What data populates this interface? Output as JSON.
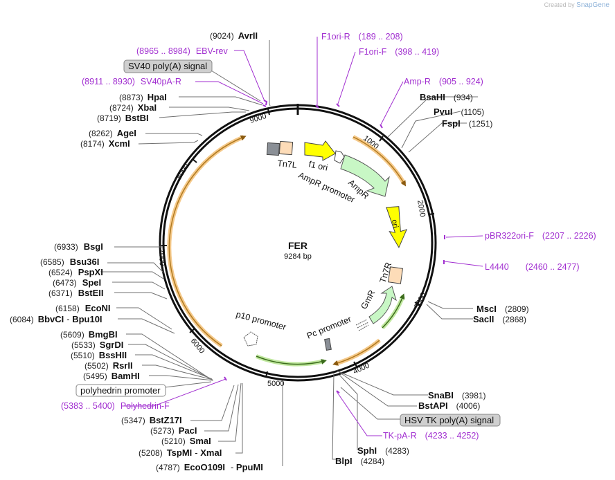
{
  "watermark": {
    "prefix": "Created by",
    "brand": "SnapGene"
  },
  "plasmid": {
    "name": "FER",
    "size_label": "9284 bp",
    "length": 9284
  },
  "colors": {
    "enzyme_line": "#707070",
    "primer": "#a12fd0",
    "backbone": "#111111",
    "yellow": "#ffff00",
    "light_green": "#c8f7c5",
    "peach": "#fddcb8",
    "gray": "#8a8f96",
    "orange_arc": "#e0a040",
    "green_arc": "#7ab648"
  },
  "ticks": [
    "1000",
    "2000",
    "3000",
    "4000",
    "5000",
    "6000",
    "7000",
    "8000",
    "9000"
  ],
  "features": [
    {
      "label": "Tn7L"
    },
    {
      "label": "f1 ori"
    },
    {
      "label": "AmpR promoter"
    },
    {
      "label": "AmpR"
    },
    {
      "label": "ori"
    },
    {
      "label": "Tn7R"
    },
    {
      "label": "GmR"
    },
    {
      "label": "Pc promoter"
    },
    {
      "label": "p10 promoter"
    }
  ],
  "enzymes": [
    {
      "name": "AvrII",
      "pos": "(9024)"
    },
    {
      "name": "HpaI",
      "pos": "(8873)"
    },
    {
      "name": "XbaI",
      "pos": "(8724)"
    },
    {
      "name": "BstBI",
      "pos": "(8719)"
    },
    {
      "name": "AgeI",
      "pos": "(8262)"
    },
    {
      "name": "XcmI",
      "pos": "(8174)"
    },
    {
      "name": "BsaHI",
      "pos": "(934)"
    },
    {
      "name": "PvuI",
      "pos": "(1105)"
    },
    {
      "name": "FspI",
      "pos": "(1251)"
    },
    {
      "name": "BsgI",
      "pos": "(6933)"
    },
    {
      "name": "Bsu36I",
      "pos": "(6585)"
    },
    {
      "name": "PspXI",
      "pos": "(6524)"
    },
    {
      "name": "SpeI",
      "pos": "(6473)"
    },
    {
      "name": "BstEII",
      "pos": "(6371)"
    },
    {
      "name": "EcoNI",
      "pos": "(6158)"
    },
    {
      "name": "BbvCI",
      "pos": "(6084)",
      "name2": "Bpu10I"
    },
    {
      "name": "BmgBI",
      "pos": "(5609)"
    },
    {
      "name": "SgrDI",
      "pos": "(5533)"
    },
    {
      "name": "BssHII",
      "pos": "(5510)"
    },
    {
      "name": "RsrII",
      "pos": "(5502)"
    },
    {
      "name": "BamHI",
      "pos": "(5495)"
    },
    {
      "name": "BstZ17I",
      "pos": "(5347)"
    },
    {
      "name": "PacI",
      "pos": "(5273)"
    },
    {
      "name": "SmaI",
      "pos": "(5210)"
    },
    {
      "name": "TspMI",
      "pos": "(5208)",
      "name2": "XmaI"
    },
    {
      "name": "EcoO109I",
      "pos": "(4787)",
      "name2": "PpuMI"
    },
    {
      "name": "MscI",
      "pos": "(2809)"
    },
    {
      "name": "SacII",
      "pos": "(2868)"
    },
    {
      "name": "SnaBI",
      "pos": "(3981)"
    },
    {
      "name": "BstAPI",
      "pos": "(4006)"
    },
    {
      "name": "SphI",
      "pos": "(4283)"
    },
    {
      "name": "BlpI",
      "pos": "(4284)"
    }
  ],
  "primers": [
    {
      "name": "EBV-rev",
      "range": "(8965 .. 8984)"
    },
    {
      "name": "SV40pA-R",
      "range": "(8911 .. 8930)"
    },
    {
      "name": "F1ori-R",
      "range": "(189 .. 208)"
    },
    {
      "name": "F1ori-F",
      "range": "(398 .. 419)"
    },
    {
      "name": "Amp-R",
      "range": "(905 .. 924)"
    },
    {
      "name": "pBR322ori-F",
      "range": "(2207 .. 2226)"
    },
    {
      "name": "L4440",
      "range": "(2460 .. 2477)"
    },
    {
      "name": "TK-pA-R",
      "range": "(4233 .. 4252)"
    },
    {
      "name": "Polyhedrin-F",
      "range": "(5383 .. 5400)"
    }
  ],
  "boxed_labels": [
    {
      "text": "SV40 poly(A) signal"
    },
    {
      "text": "polyhedrin promoter"
    },
    {
      "text": "HSV TK poly(A) signal"
    }
  ]
}
